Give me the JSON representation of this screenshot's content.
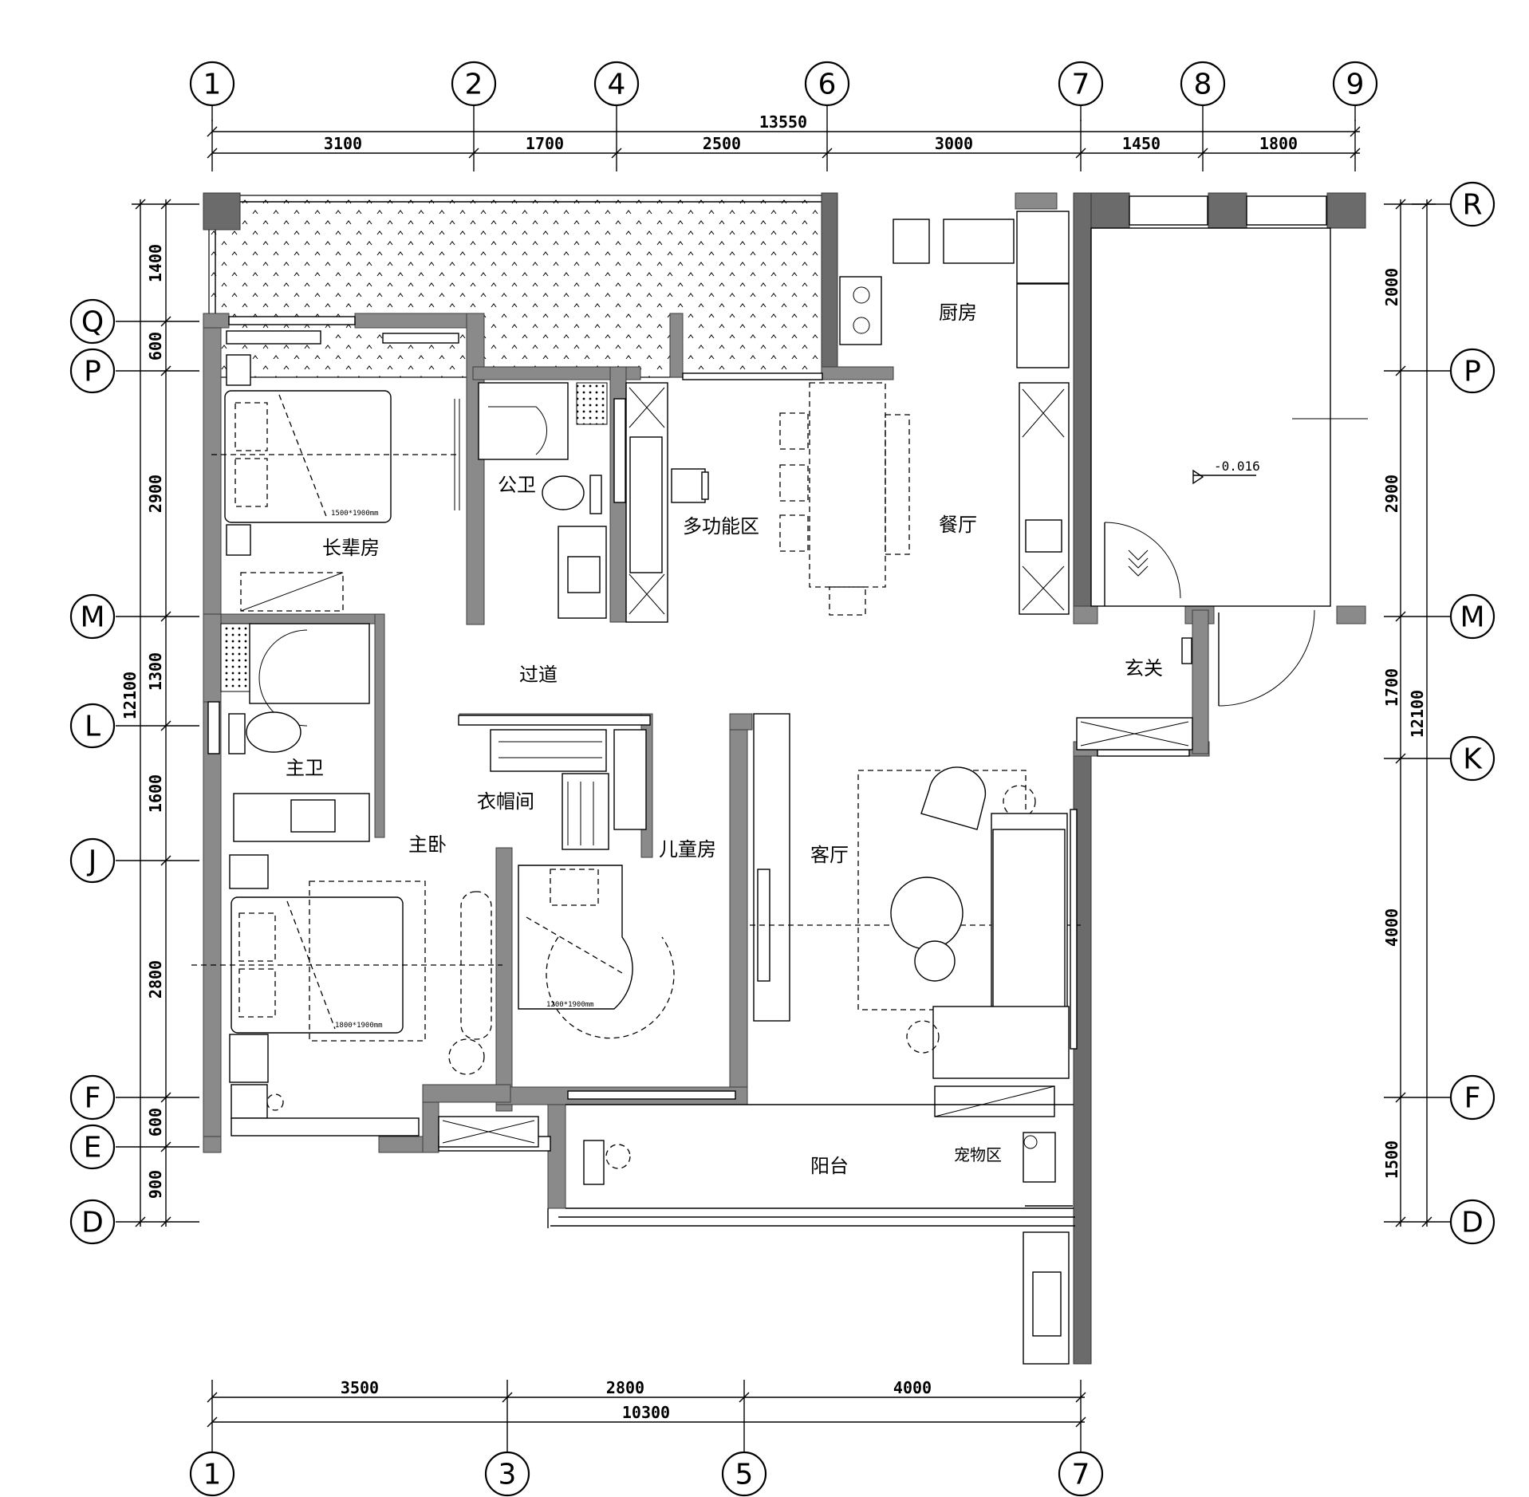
{
  "axes": {
    "top": [
      "1",
      "2",
      "4",
      "6",
      "7",
      "8",
      "9"
    ],
    "bottom": [
      "1",
      "3",
      "5",
      "7"
    ],
    "left": [
      "Q",
      "P",
      "M",
      "L",
      "J",
      "F",
      "E",
      "D"
    ],
    "right": [
      "R",
      "P",
      "M",
      "K",
      "F",
      "D"
    ]
  },
  "dimensions": {
    "top_total": "13550",
    "top_segments": [
      "3100",
      "1700",
      "2500",
      "3000",
      "1450",
      "1800"
    ],
    "bottom_segments": [
      "3500",
      "2800",
      "4000"
    ],
    "bottom_total": "10300",
    "left_segments": [
      "1400",
      "600",
      "2900",
      "1300",
      "1600",
      "2800",
      "600",
      "900"
    ],
    "left_total": "12100",
    "right_segments": [
      "2000",
      "2900",
      "1700",
      "4000",
      "1500"
    ],
    "right_total": "12100"
  },
  "rooms": {
    "elder_bedroom": "长辈房",
    "public_bath": "公卫",
    "multi_area": "多功能区",
    "kitchen": "厨房",
    "dining": "餐厅",
    "corridor": "过道",
    "entrance": "玄关",
    "master_bath": "主卫",
    "cloakroom": "衣帽间",
    "master_bedroom": "主卧",
    "kids_room": "儿童房",
    "living_room": "客厅",
    "balcony": "阳台",
    "pet_area": "宠物区"
  },
  "annotations": {
    "elevation": "-0.016",
    "bed_elder": "1500*1900mm",
    "bed_kids": "1200*1900mm",
    "bed_master": "1800*1900mm"
  }
}
